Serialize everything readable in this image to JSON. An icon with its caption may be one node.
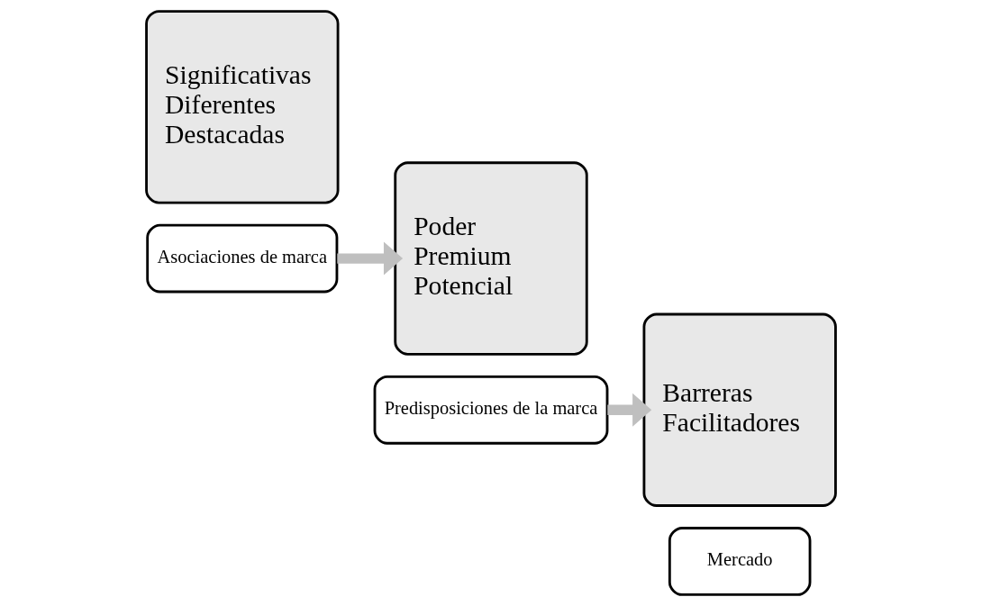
{
  "diagram": {
    "nodes": [
      {
        "text": [
          "Significativas",
          "Diferentes",
          "Destacadas"
        ]
      },
      {
        "text": [
          "Asociaciones de marca"
        ]
      },
      {
        "text": [
          "Poder",
          "Premium",
          "Potencial"
        ]
      },
      {
        "text": [
          "Predisposiciones de la marca"
        ]
      },
      {
        "text": [
          "Barreras",
          "Facilitadores"
        ]
      },
      {
        "text": [
          "Mercado"
        ]
      }
    ],
    "edges": [
      {
        "from": 1,
        "to": 2,
        "arrow": "to"
      },
      {
        "from": 3,
        "to": 4,
        "arrow": "to"
      }
    ]
  }
}
